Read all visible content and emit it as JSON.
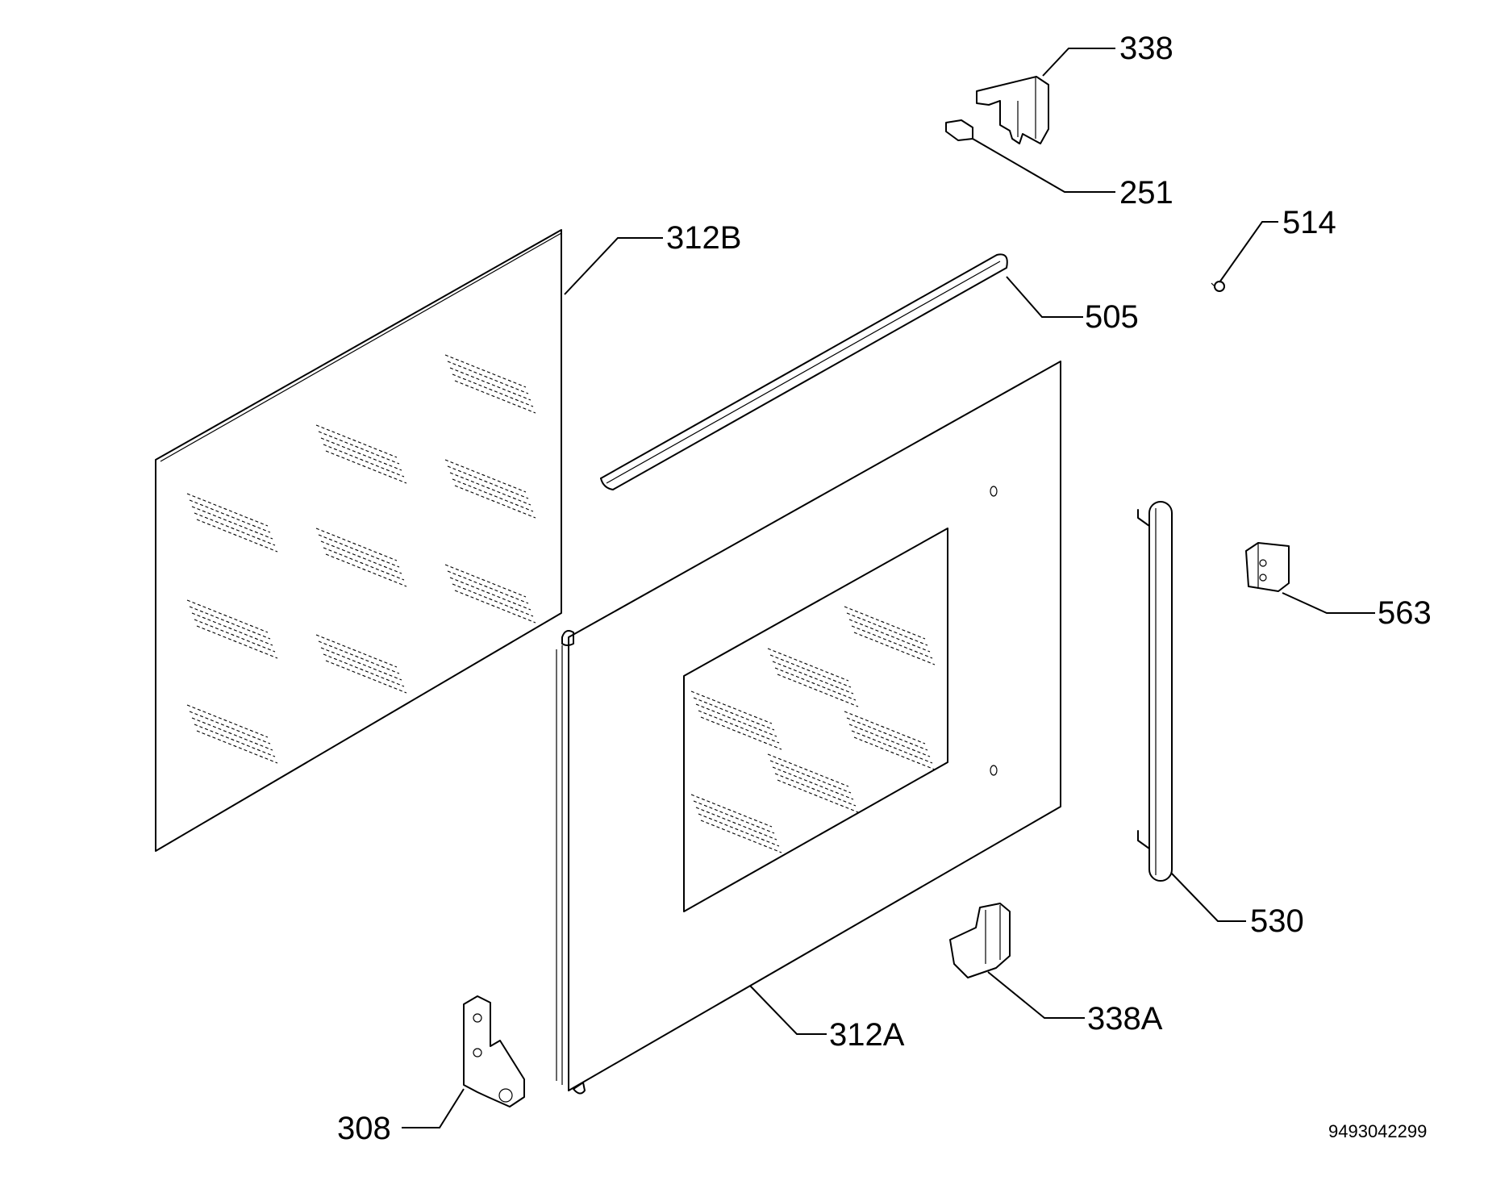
{
  "labels": {
    "p338": "338",
    "p251": "251",
    "p514": "514",
    "p312B": "312B",
    "p505": "505",
    "p563": "563",
    "p530": "530",
    "p338A": "338A",
    "p312A": "312A",
    "p308": "308"
  },
  "doc_code": "9493042299"
}
